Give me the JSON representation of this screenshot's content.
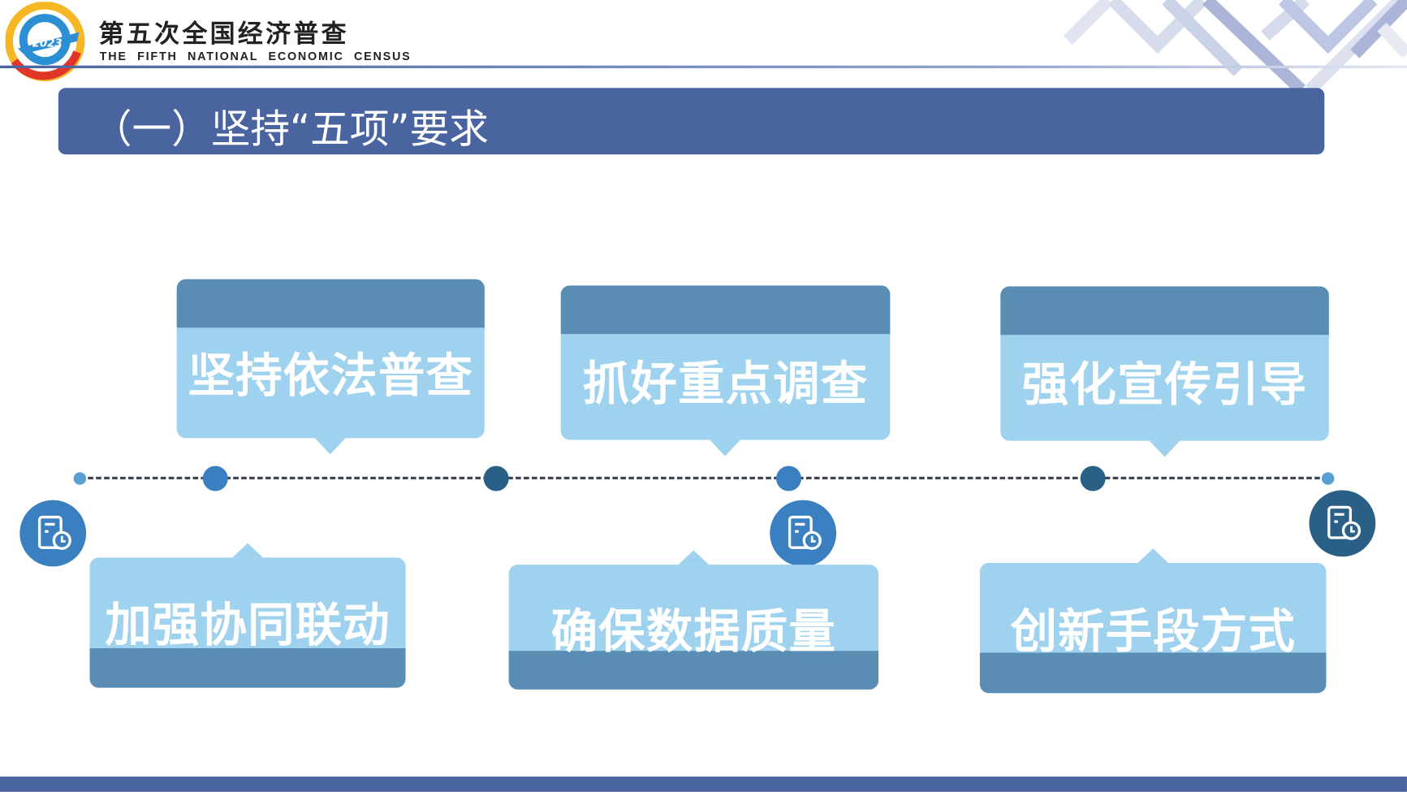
{
  "header": {
    "logo_year": "2023",
    "title_cn": "第五次全国经济普查",
    "title_en": "THE FIFTH NATIONAL ECONOMIC CENSUS"
  },
  "section_title": "（一）坚持“五项”要求",
  "requirements_top": [
    {
      "label": "坚持依法普查"
    },
    {
      "label": "抓好重点调查"
    },
    {
      "label": "强化宣传引导"
    }
  ],
  "requirements_bottom": [
    {
      "label": "加强协同联动"
    },
    {
      "label": "确保数据质量"
    },
    {
      "label": "创新手段方式"
    }
  ],
  "icons": [
    "document-clock-icon",
    "document-clock-icon",
    "document-clock-icon"
  ],
  "colors": {
    "brand": "#4a64a0",
    "card_light": "#9fd2ee",
    "card_dark": "#5a8db3",
    "dot_mid": "#3a7fbf",
    "dot_dark": "#2a5f86"
  }
}
